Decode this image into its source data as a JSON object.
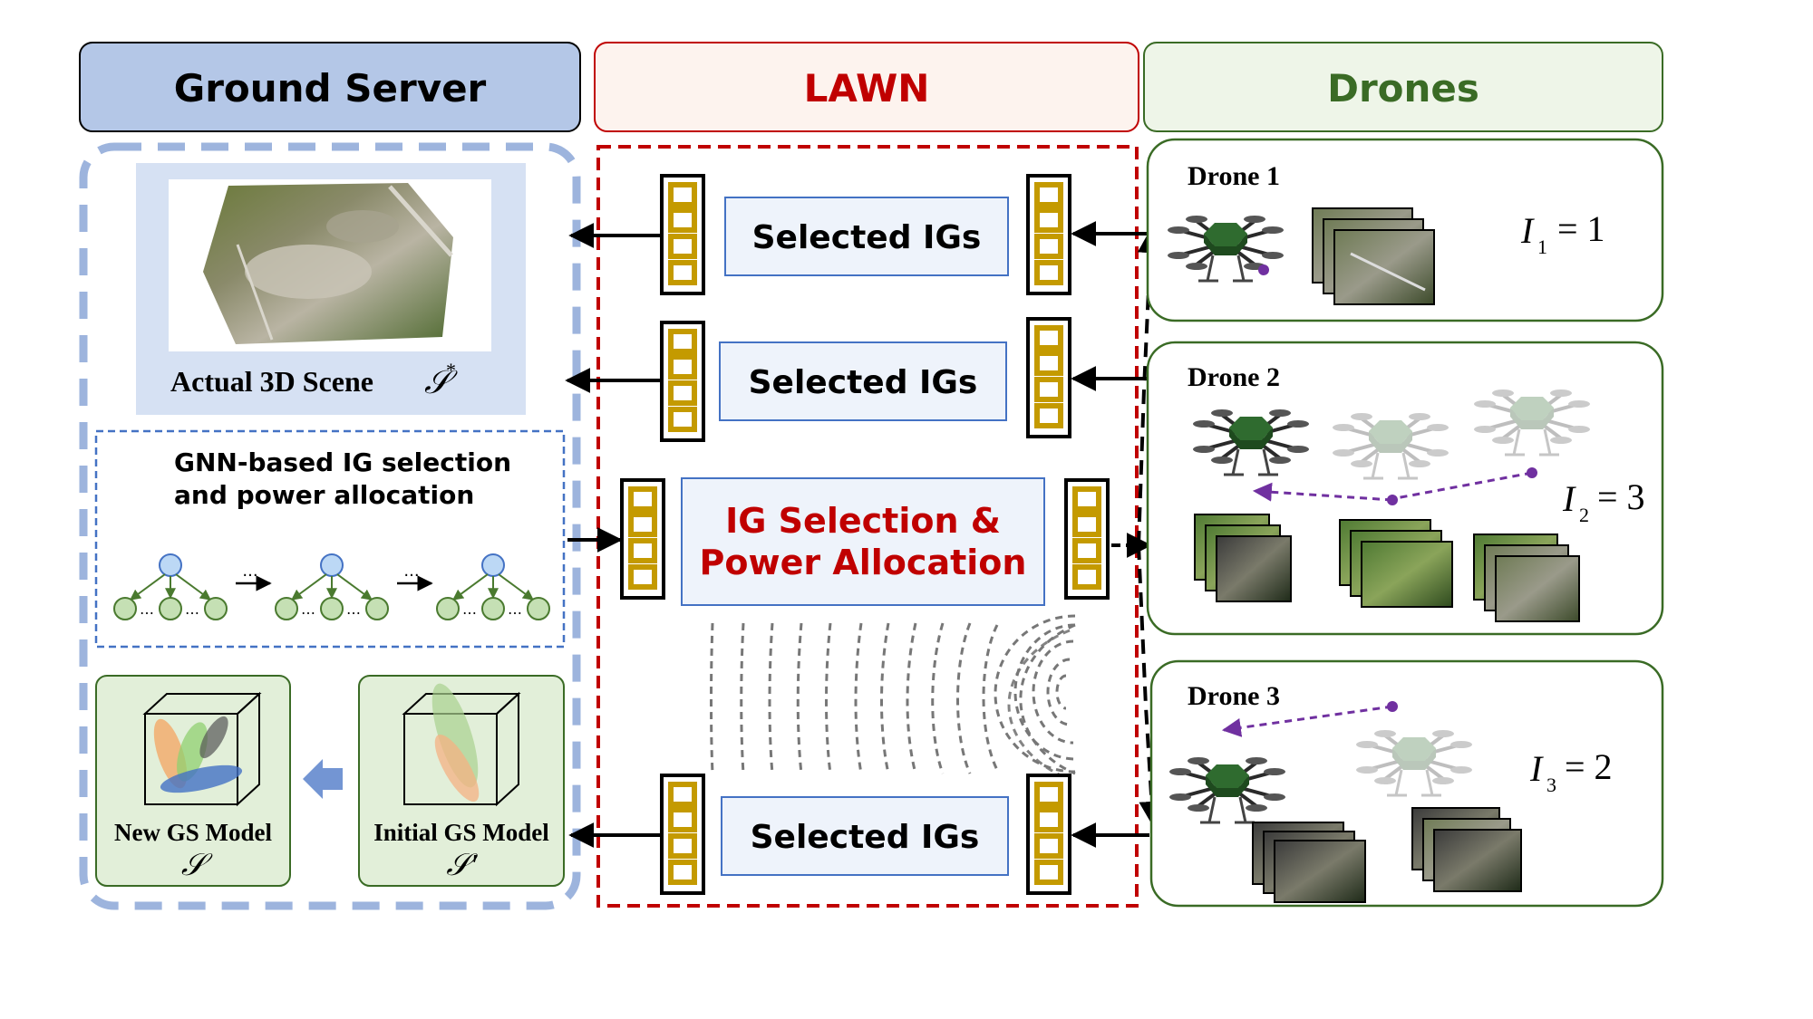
{
  "headers": {
    "ground_server": "Ground Server",
    "lawn": "LAWN",
    "drones": "Drones"
  },
  "ground_server": {
    "scene_label": "Actual 3D Scene",
    "scene_symbol": "𝒮",
    "scene_sup": "*",
    "gnn_title_line1": "GNN-based IG selection",
    "gnn_title_line2": "and power allocation",
    "ellipsis": "...",
    "dots": "…",
    "new_model_label": "New GS Model",
    "new_model_symbol": "𝒮",
    "initial_model_label": "Initial GS Model",
    "initial_model_symbol": "𝒮'"
  },
  "lawn": {
    "selected_igs_1": "Selected IGs",
    "selected_igs_2": "Selected IGs",
    "selected_igs_3": "Selected IGs",
    "ig_selection_line1": "IG Selection &",
    "ig_selection_line2": "Power Allocation"
  },
  "drones": [
    {
      "name": "Drone 1",
      "var": "I",
      "sub": "1",
      "value": "= 1"
    },
    {
      "name": "Drone 2",
      "var": "I",
      "sub": "2",
      "value": "= 3"
    },
    {
      "name": "Drone 3",
      "var": "I",
      "sub": "3",
      "value": "= 2"
    }
  ],
  "colors": {
    "ground_header": "#b4c7e7",
    "lawn_red": "#c00000",
    "lawn_header_bg": "#fdf3ee",
    "drones_green": "#3a6b25",
    "drones_header_bg": "#eef5e8",
    "gold": "#c49a00",
    "dashed_blue": "#9db4dd",
    "gnn_blue": "#4472c4",
    "node_blue": "#bcd8f5",
    "node_green": "#c5e0b4",
    "purple": "#7030a0"
  }
}
